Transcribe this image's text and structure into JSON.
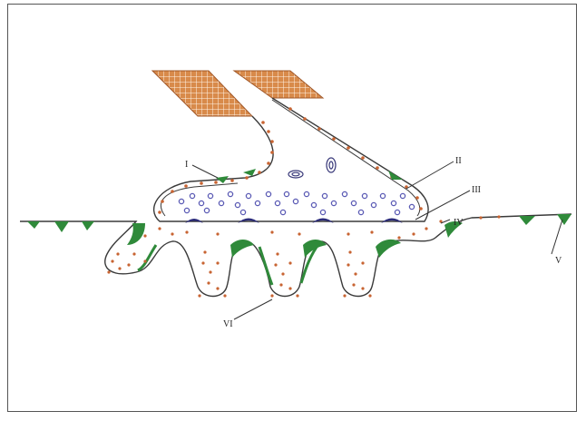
{
  "labels": {
    "I": "I",
    "II": "II",
    "III": "III",
    "IV": "IV",
    "V": "V",
    "VI": "VI"
  },
  "colors": {
    "axon_stripe": "#c8703a",
    "membrane": "#3a3a3a",
    "cell_green": "#2f8a3a",
    "vesicle": "#5a5ab4",
    "dot": "#c86432",
    "active_zone": "#2a2a7a"
  }
}
